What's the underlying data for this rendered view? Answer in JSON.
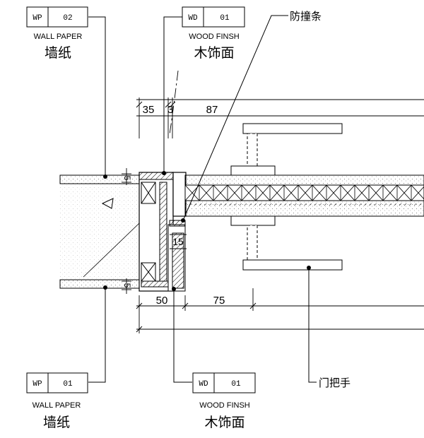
{
  "tags": {
    "wp_top": {
      "code": "WP",
      "number": "02",
      "en": "WALL PAPER",
      "cn": "墙纸"
    },
    "wd_top": {
      "code": "WD",
      "number": "01",
      "en": "WOOD FINSH",
      "cn": "木饰面"
    },
    "wp_bottom": {
      "code": "WP",
      "number": "01",
      "en": "WALL PAPER",
      "cn": "墙纸"
    },
    "wd_bottom": {
      "code": "WD",
      "number": "01",
      "en": "WOOD FINSH",
      "cn": "木饰面"
    }
  },
  "callouts": {
    "bumper": "防撞条",
    "handle": "门把手"
  },
  "dimensions": {
    "d35": "35",
    "d3": "3",
    "d87": "87",
    "d5_top": "5",
    "d15": "15",
    "d5_bottom": "5",
    "d50": "50",
    "d75": "75"
  }
}
